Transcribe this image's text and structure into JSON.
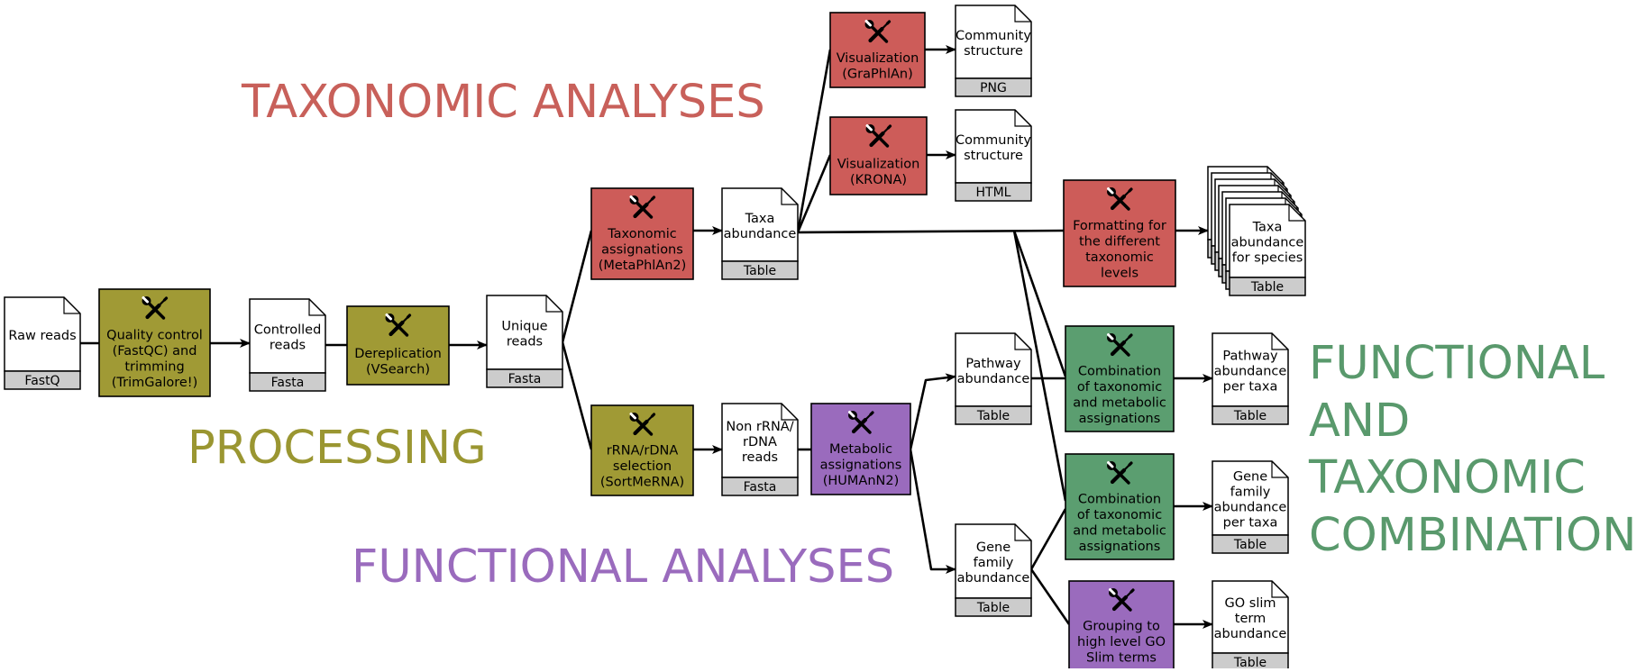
{
  "sections": {
    "taxonomic": "TAXONOMIC ANALYSES",
    "processing": "PROCESSING",
    "functional": "FUNCTIONAL ANALYSES",
    "combination": [
      "FUNCTIONAL",
      "AND",
      "TAXONOMIC",
      "COMBINATION"
    ]
  },
  "colors": {
    "processing": "#a09a35",
    "taxonomic": "#cd5c59",
    "functional": "#9a6bbd",
    "combination": "#5b9e70",
    "file_footer": "#cccccc",
    "edge": "#000000"
  },
  "icons": {
    "tool": "wrench-screwdriver-icon",
    "file": "document-icon"
  },
  "nodes": [
    {
      "id": "raw-reads",
      "kind": "file",
      "lines": [
        "Raw reads"
      ],
      "format": "FastQ"
    },
    {
      "id": "quality-control",
      "kind": "tool",
      "group": "processing",
      "lines": [
        "Quality control",
        "(FastQC) and",
        "trimming",
        "(TrimGalore!)"
      ]
    },
    {
      "id": "controlled-reads",
      "kind": "file",
      "lines": [
        "Controlled",
        "reads"
      ],
      "format": "Fasta"
    },
    {
      "id": "dereplication",
      "kind": "tool",
      "group": "processing",
      "lines": [
        "Dereplication",
        "(VSearch)"
      ]
    },
    {
      "id": "unique-reads",
      "kind": "file",
      "lines": [
        "Unique",
        "reads"
      ],
      "format": "Fasta"
    },
    {
      "id": "taxonomic-assignations",
      "kind": "tool",
      "group": "taxonomic",
      "lines": [
        "Taxonomic",
        "assignations",
        "(MetaPhlAn2)"
      ]
    },
    {
      "id": "rrna-selection",
      "kind": "tool",
      "group": "processing",
      "lines": [
        "rRNA/rDNA",
        "selection",
        "(SortMeRNA)"
      ]
    },
    {
      "id": "taxa-abundance",
      "kind": "file",
      "lines": [
        "Taxa",
        "abundance"
      ],
      "format": "Table"
    },
    {
      "id": "non-rrna-reads",
      "kind": "file",
      "lines": [
        "Non rRNA/",
        "rDNA",
        "reads"
      ],
      "format": "Fasta"
    },
    {
      "id": "metabolic-assignations",
      "kind": "tool",
      "group": "functional",
      "lines": [
        "Metabolic",
        "assignations",
        "(HUMAnN2)"
      ]
    },
    {
      "id": "viz-graphlan",
      "kind": "tool",
      "group": "taxonomic",
      "lines": [
        "Visualization",
        "(GraPhlAn)"
      ]
    },
    {
      "id": "viz-krona",
      "kind": "tool",
      "group": "taxonomic",
      "lines": [
        "Visualization",
        "(KRONA)"
      ]
    },
    {
      "id": "community-png",
      "kind": "file",
      "lines": [
        "Community",
        "structure"
      ],
      "format": "PNG"
    },
    {
      "id": "community-html",
      "kind": "file",
      "lines": [
        "Community",
        "structure"
      ],
      "format": "HTML"
    },
    {
      "id": "formatting",
      "kind": "tool",
      "group": "taxonomic",
      "lines": [
        "Formatting for",
        "the different",
        "taxonomic",
        "levels"
      ]
    },
    {
      "id": "taxa-species",
      "kind": "filestack",
      "lines": [
        "Taxa",
        "abundance",
        "for species"
      ],
      "format": "Table"
    },
    {
      "id": "pathway-abundance",
      "kind": "file",
      "lines": [
        "Pathway",
        "abundance"
      ],
      "format": "Table"
    },
    {
      "id": "gene-family-abundance",
      "kind": "file",
      "lines": [
        "Gene",
        "family",
        "abundance"
      ],
      "format": "Table"
    },
    {
      "id": "combination-pathway",
      "kind": "tool",
      "group": "combination",
      "lines": [
        "Combination",
        "of taxonomic",
        "and metabolic",
        "assignations"
      ]
    },
    {
      "id": "combination-gene",
      "kind": "tool",
      "group": "combination",
      "lines": [
        "Combination",
        "of taxonomic",
        "and metabolic",
        "assignations"
      ]
    },
    {
      "id": "grouping-go",
      "kind": "tool",
      "group": "functional",
      "lines": [
        "Grouping to",
        "high level GO",
        "Slim terms"
      ]
    },
    {
      "id": "pathway-per-taxa",
      "kind": "file",
      "lines": [
        "Pathway",
        "abundance",
        "per taxa"
      ],
      "format": "Table"
    },
    {
      "id": "gene-per-taxa",
      "kind": "file",
      "lines": [
        "Gene",
        "family",
        "abundance",
        "per taxa"
      ],
      "format": "Table"
    },
    {
      "id": "go-slim-abundance",
      "kind": "file",
      "lines": [
        "GO slim",
        "term",
        "abundance"
      ],
      "format": "Table"
    }
  ]
}
